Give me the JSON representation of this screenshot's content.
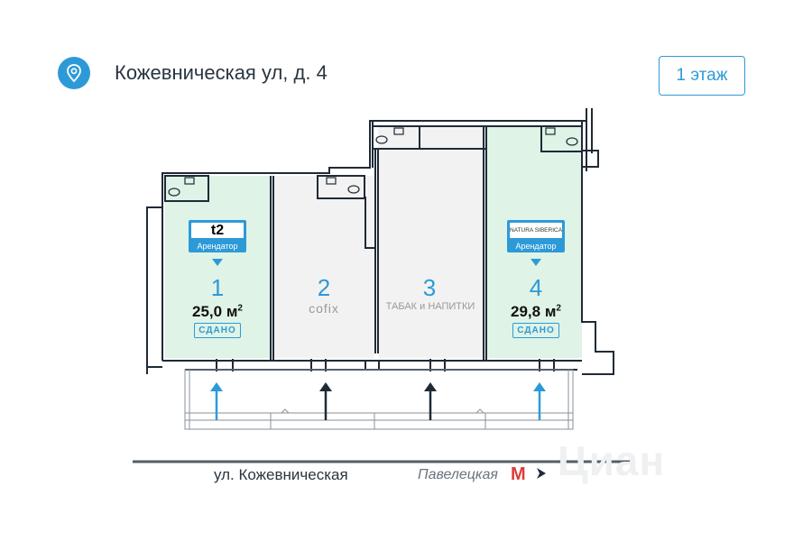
{
  "header": {
    "address": "Кожевническая ул, д. 4",
    "floor_button": "1 этаж",
    "pin_icon": "location-pin-icon"
  },
  "units": [
    {
      "number": "1",
      "area": "25,0 м",
      "area_unit_sup": "2",
      "status": "СДАНО",
      "tenant_logo": "t2",
      "tenant_label": "Арендатор",
      "fill": "#dff3e6"
    },
    {
      "number": "2",
      "brand": "cofix",
      "fill": "#f2f2f2"
    },
    {
      "number": "3",
      "brand": "ТАБАК и НАПИТКИ",
      "fill": "#f2f2f2"
    },
    {
      "number": "4",
      "area": "29,8 м",
      "area_unit_sup": "2",
      "status": "СДАНО",
      "tenant_logo": "NATURA SIBERICA",
      "tenant_label": "Арендатор",
      "fill": "#dff3e6"
    }
  ],
  "entrances": [
    {
      "unit": "1",
      "color": "#2d9ad8"
    },
    {
      "unit": "2",
      "color": "#1f2a36"
    },
    {
      "unit": "3",
      "color": "#1f2a36"
    },
    {
      "unit": "4",
      "color": "#2d9ad8"
    }
  ],
  "street": {
    "name": "ул. Кожевническая",
    "metro": "Павелецкая",
    "metro_logo": "М",
    "metro_icon": "metro-logo-icon",
    "direction_icon": "arrow-right-icon"
  },
  "watermark": "Циан",
  "colors": {
    "accent": "#2d9ad8",
    "leased": "#dff3e6",
    "vacant": "#f2f2f2",
    "wall": "#1f2a36"
  }
}
